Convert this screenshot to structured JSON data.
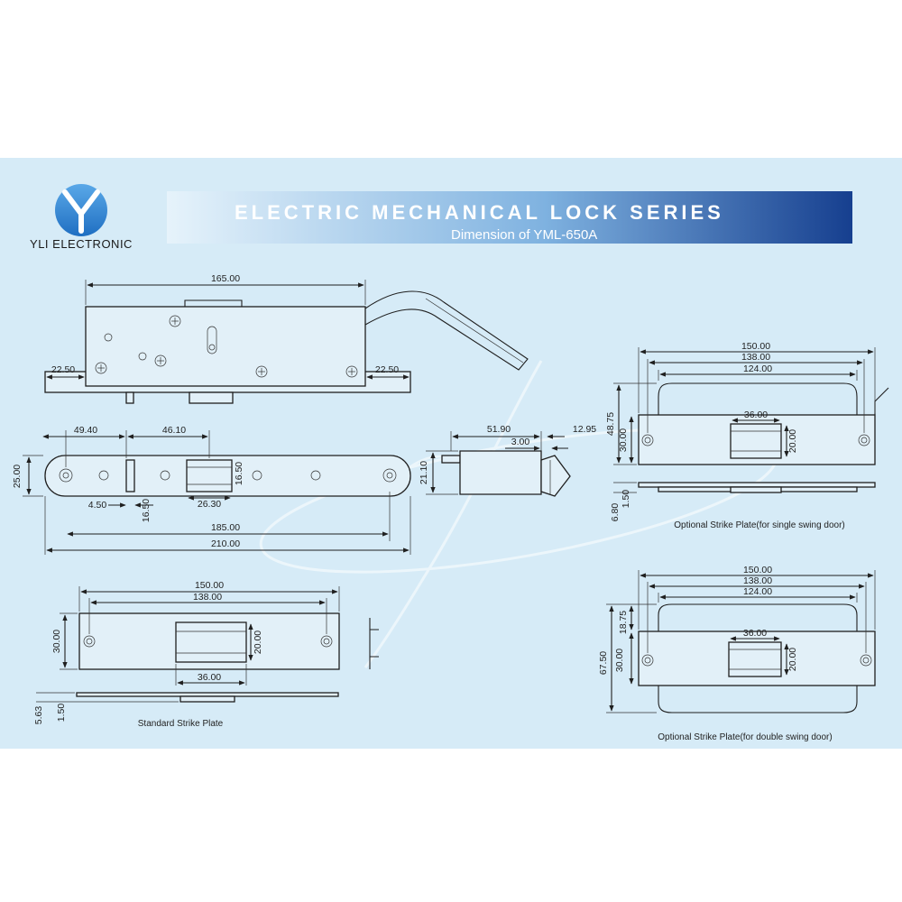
{
  "brand": {
    "name": "YLI ELECTRONIC",
    "logo_icon": "yli-y-logo-icon",
    "colors": {
      "logo_blue": "#1f6fc2",
      "banner_dark": "#163f8f",
      "banner_light": "#e6f3fb"
    }
  },
  "header": {
    "title": "ELECTRIC MECHANICAL LOCK SERIES",
    "subtitle": "Dimension of YML-650A"
  },
  "lock_body": {
    "dims": {
      "overall_length": "165.00",
      "left_flange": "22.50",
      "right_flange": "22.50"
    }
  },
  "faceplate": {
    "dims": {
      "hole_offset": "49.40",
      "center_offset": "46.10",
      "height": "25.00",
      "slot_width": "4.50",
      "slot_height": "16.50",
      "bolt_height": "16.50",
      "bolt_width": "26.30",
      "hole_spacing": "185.00",
      "overall_length": "210.00"
    }
  },
  "side_view": {
    "dims": {
      "body_depth": "51.90",
      "latch_length": "12.95",
      "plate_thickness": "3.00",
      "height": "21.10"
    }
  },
  "single_swing": {
    "caption": "Optional Strike Plate(for single swing door)",
    "dims": {
      "overall": "150.00",
      "mid": "138.00",
      "inner": "124.00",
      "height": "48.75",
      "plate_height": "30.00",
      "slot_width": "36.00",
      "slot_height": "20.00",
      "thickness": "1.50",
      "depth": "6.80"
    }
  },
  "standard_strike": {
    "caption": "Standard Strike Plate",
    "dims": {
      "overall": "150.00",
      "hole_spacing": "138.00",
      "height": "30.00",
      "slot_height": "20.00",
      "slot_width": "36.00",
      "depth": "5.63",
      "thickness": "1.50"
    }
  },
  "double_swing": {
    "caption": "Optional Strike Plate(for double swing door)",
    "dims": {
      "overall": "150.00",
      "mid": "138.00",
      "inner": "124.00",
      "upper_height": "18.75",
      "total_height": "67.50",
      "plate_height": "30.00",
      "slot_width": "36.00",
      "slot_height": "20.00"
    }
  }
}
